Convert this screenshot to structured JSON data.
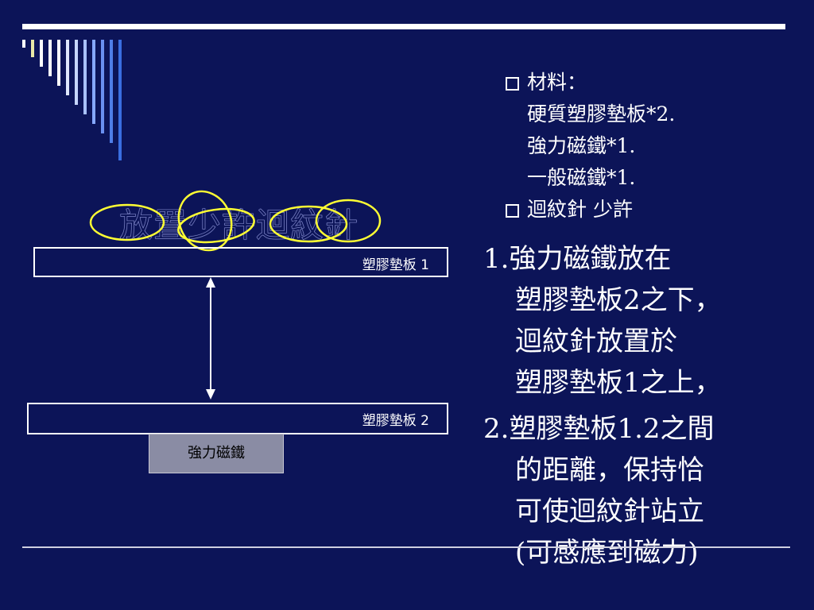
{
  "diagram": {
    "title": "放置少許迴紋針",
    "board1_label": "塑膠墊板 1",
    "board2_label": "塑膠墊板 2",
    "magnet_label": "強力磁鐵"
  },
  "materials": {
    "heading": "材料：",
    "items": [
      "硬質塑膠墊板*2.",
      "強力磁鐵*1.",
      "一般磁鐵*1."
    ],
    "second_bullet": "迴紋針 少許"
  },
  "steps": {
    "step1": [
      "1.強力磁鐵放在",
      "塑膠墊板2之下，",
      "迴紋針放置於",
      "塑膠墊板1之上，"
    ],
    "step2": [
      "2.塑膠墊板1.2之間",
      "的距離，保持恰",
      "可使迴紋針站立",
      "(可感應到磁力)"
    ]
  },
  "colors": {
    "background": "#0c1458",
    "accent_stripes": [
      "#ffffff",
      "#e9e9a8",
      "#ffffff",
      "#ffffff",
      "#ffffff",
      "#dfe7ff",
      "#c6d6ff",
      "#a8c0ff",
      "#86a8ff",
      "#6a90f0",
      "#4f7ee8",
      "#3a6ee0"
    ],
    "circle_outline": "#ffff33"
  }
}
